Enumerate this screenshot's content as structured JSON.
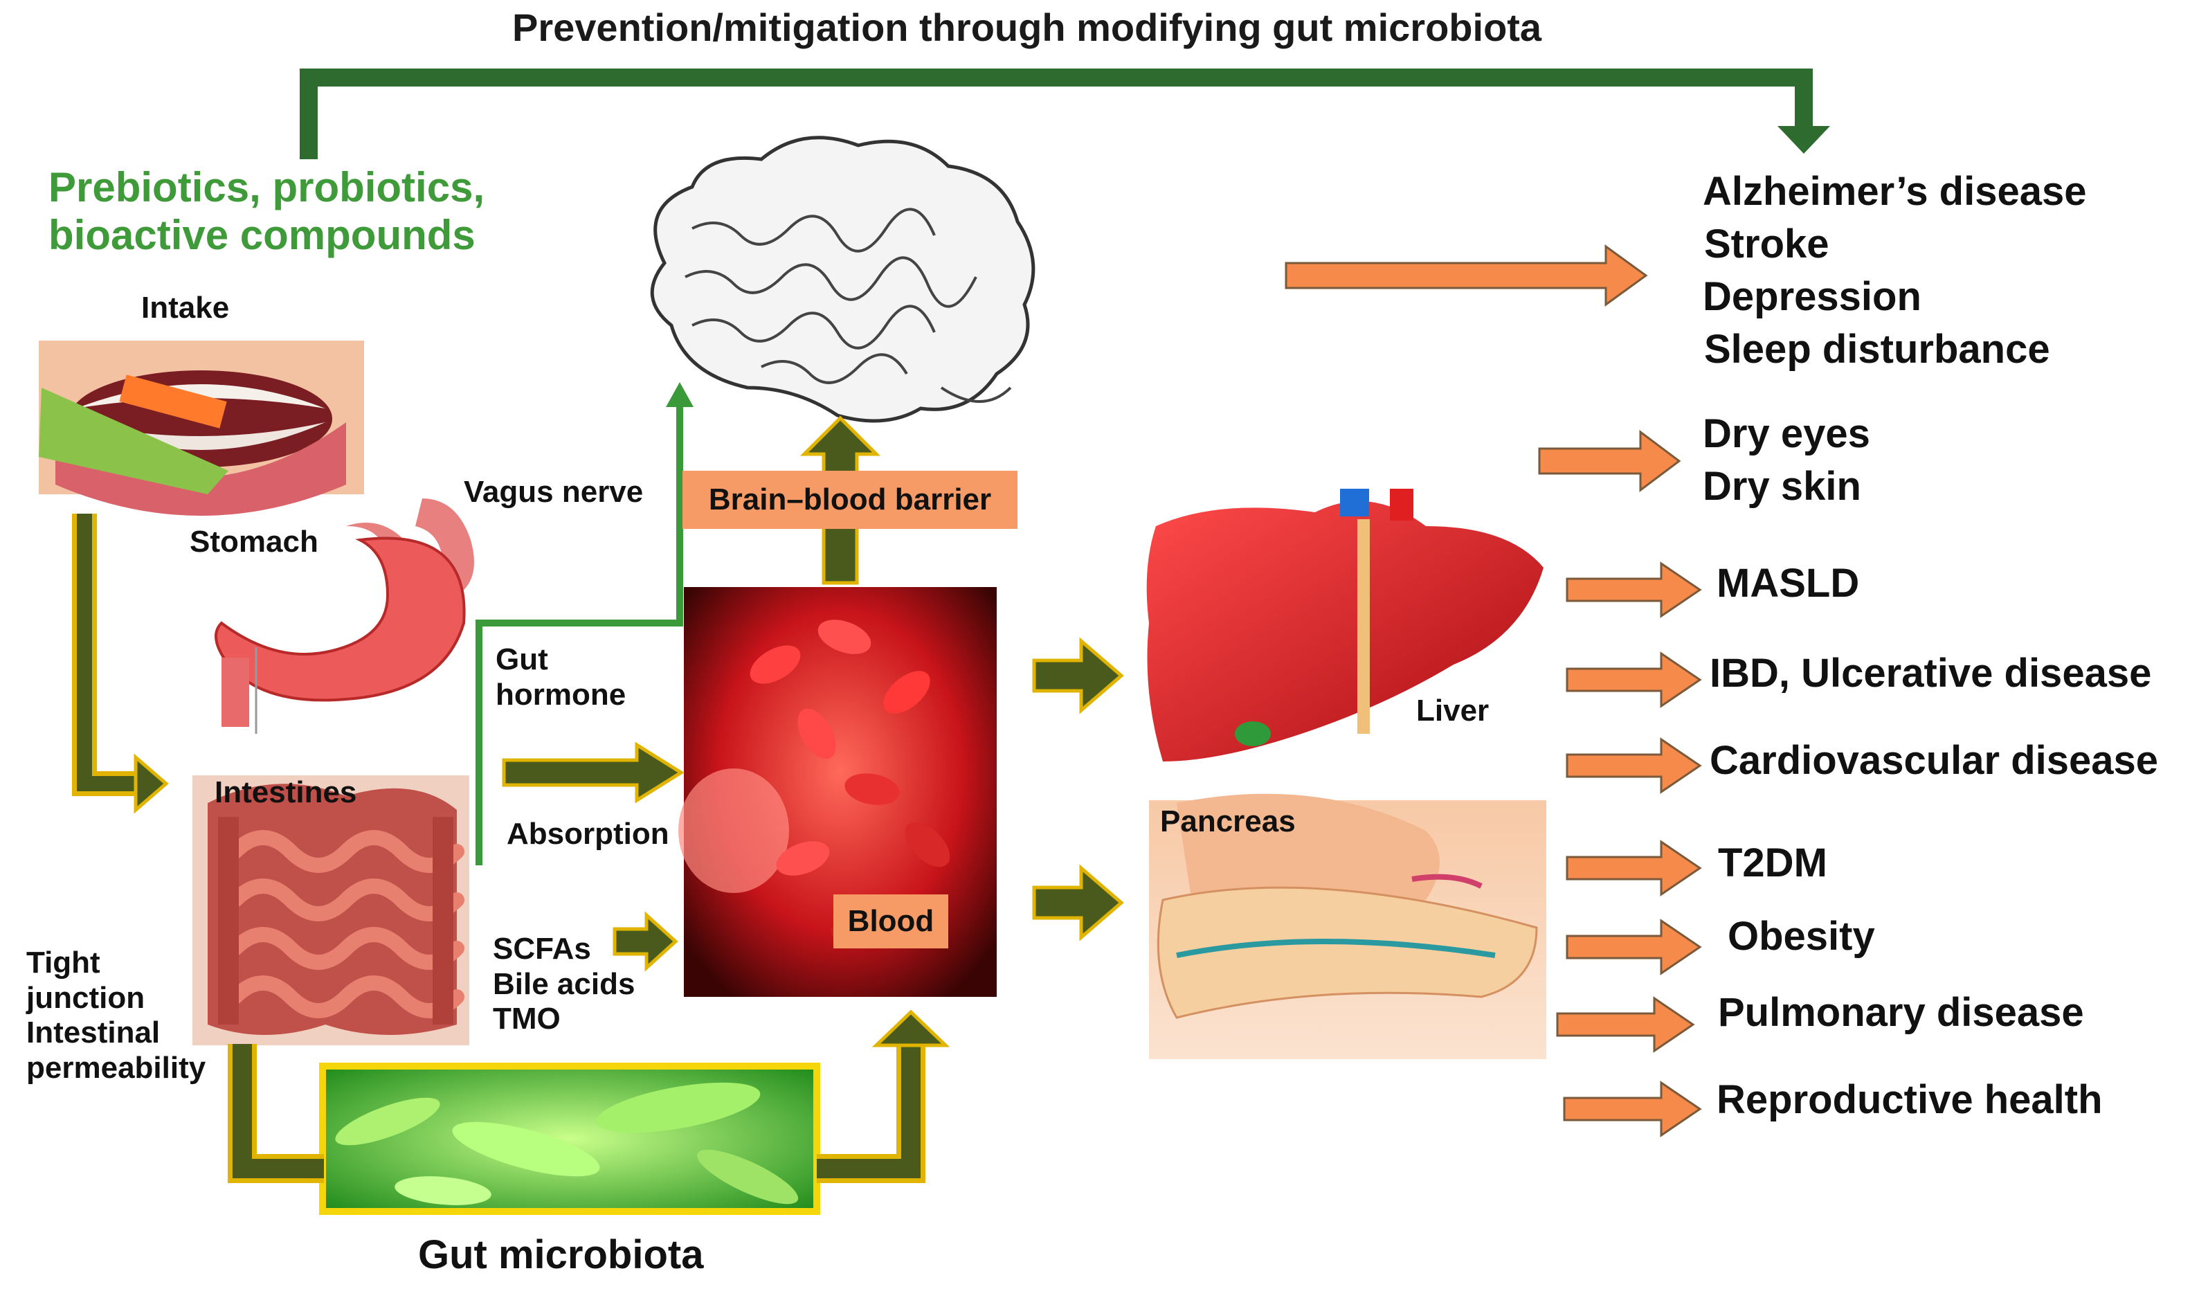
{
  "title": "Prevention/mitigation through modifying gut microbiota",
  "intervention": "Prebiotics, probiotics,\nbioactive compounds",
  "organs": {
    "intake": "Intake",
    "stomach": "Stomach",
    "intestines": "Intestines",
    "liver": "Liver",
    "pancreas": "Pancreas",
    "blood": "Blood",
    "gut_microbiota": "Gut microbiota"
  },
  "pathways": {
    "vagus_nerve": "Vagus nerve",
    "brain_blood_barrier": "Brain–blood barrier",
    "gut_hormone": "Gut\nhormone",
    "absorption": "Absorption",
    "metabolites": "SCFAs\nBile acids\nTMO",
    "tight_junction": "Tight\njunction\nIntestinal\npermeability"
  },
  "diseases": {
    "brain": [
      "Alzheimer’s disease",
      "Stroke",
      "Depression",
      "Sleep disturbance"
    ],
    "eyes_skin": [
      "Dry eyes",
      "Dry skin"
    ],
    "masld": "MASLD",
    "ibd": "IBD, Ulcerative disease",
    "cardio": "Cardiovascular disease",
    "t2dm": "T2DM",
    "obesity": "Obesity",
    "pulmonary": "Pulmonary disease",
    "reproductive": "Reproductive health"
  },
  "colors": {
    "green_arrow": "#3a6b2a",
    "dark_arrow": "#4a5a1c",
    "arrow_outline": "#e8c21a",
    "orange": "#f58a4a",
    "label_green": "#3f9a3a"
  }
}
